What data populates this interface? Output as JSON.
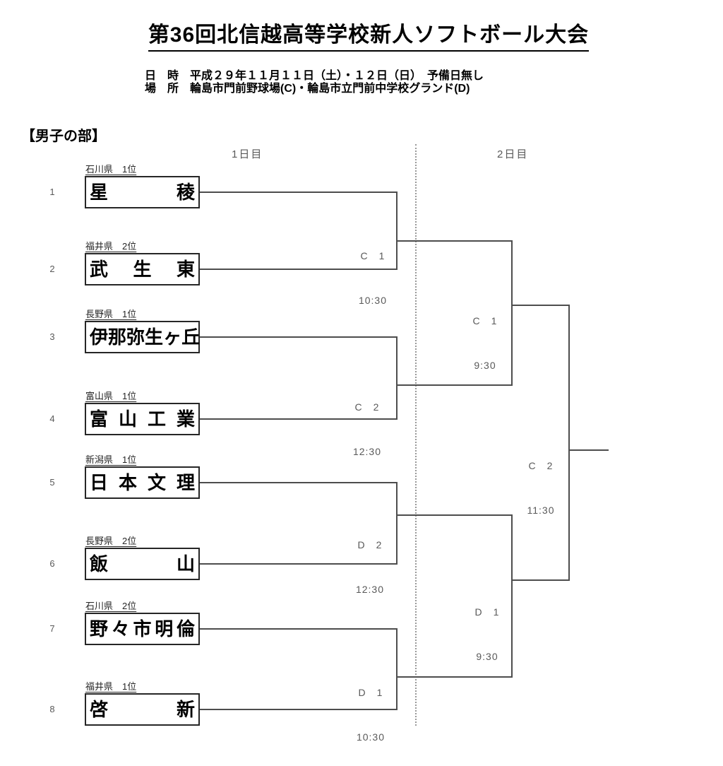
{
  "title": "第36回北信越高等学校新人ソフトボール大会",
  "info": {
    "date_label": "日　時",
    "date_value": "平成２９年１１月１１日（土）・１２日（日）　予備日無し",
    "venue_label": "場　所",
    "venue_value": "輪島市門前野球場(C)・輪島市立門前中学校グランド(D)"
  },
  "section": "【男子の部】",
  "columns": {
    "day1": "1日目",
    "day2": "2日目"
  },
  "bracket": {
    "teams": [
      {
        "no": "1",
        "seed": "石川県　1位",
        "name": "星稜"
      },
      {
        "no": "2",
        "seed": "福井県　2位",
        "name": "武生東"
      },
      {
        "no": "3",
        "seed": "長野県　1位",
        "name": "伊那弥生ヶ丘"
      },
      {
        "no": "4",
        "seed": "富山県　1位",
        "name": "富山工業"
      },
      {
        "no": "5",
        "seed": "新潟県　1位",
        "name": "日本文理"
      },
      {
        "no": "6",
        "seed": "長野県　2位",
        "name": "飯山"
      },
      {
        "no": "7",
        "seed": "石川県　2位",
        "name": "野々市明倫"
      },
      {
        "no": "8",
        "seed": "福井県　1位",
        "name": "啓新"
      }
    ],
    "round1": [
      {
        "court": "C　1",
        "time": "10:30"
      },
      {
        "court": "C　2",
        "time": "12:30"
      },
      {
        "court": "D　2",
        "time": "12:30"
      },
      {
        "court": "D　1",
        "time": "10:30"
      }
    ],
    "semifinals": [
      {
        "court": "C　1",
        "time": "9:30"
      },
      {
        "court": "D　1",
        "time": "9:30"
      }
    ],
    "final": {
      "court": "C　2",
      "time": "11:30"
    }
  },
  "colors": {
    "line": "#4d4d4d",
    "box_border": "#262626",
    "muted_text": "#595959",
    "text": "#000000"
  }
}
